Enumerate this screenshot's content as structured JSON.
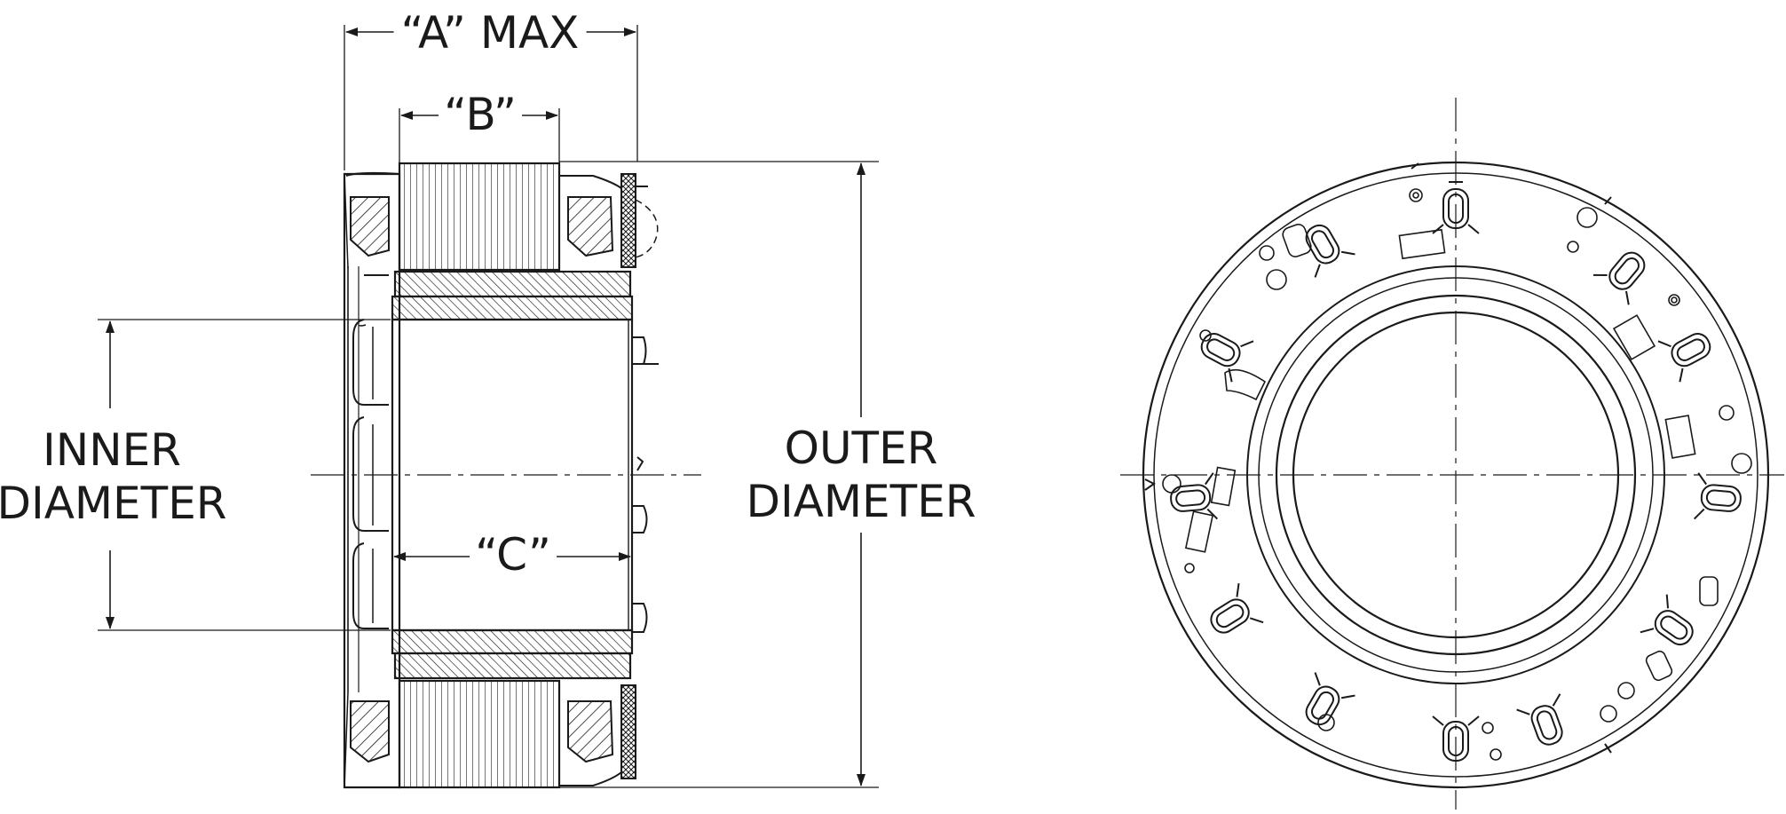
{
  "labels": {
    "a_max": "“A” MAX",
    "b": "“B”",
    "c": "“C”",
    "inner_line1": "INNER",
    "inner_line2": "DIAMETER",
    "outer_line1": "OUTER",
    "outer_line2": "DIAMETER"
  },
  "style": {
    "line_color": "#1a1a1a",
    "background": "#ffffff"
  }
}
